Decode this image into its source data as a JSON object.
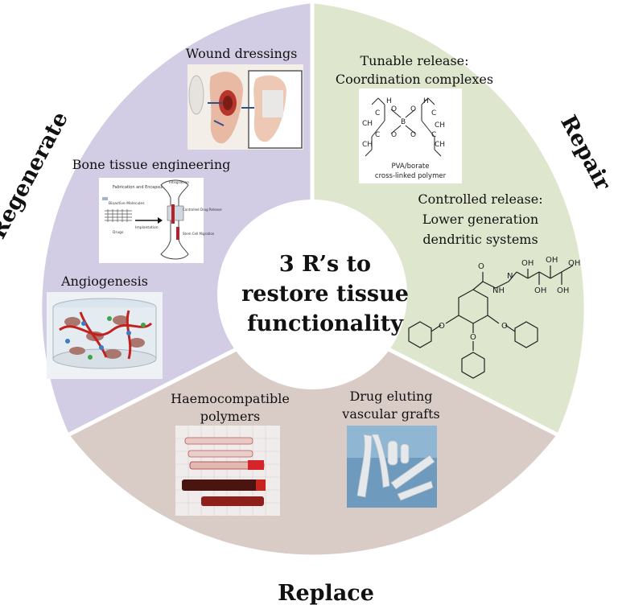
{
  "center_title": [
    "3 R’s to",
    "restore tissue",
    "functionality"
  ],
  "sectors": {
    "regenerate": {
      "name": "Regenerate",
      "color": "#d2cce4",
      "items": {
        "wound": "Wound dressings",
        "bone": "Bone tissue engineering",
        "angio": "Angiogenesis"
      },
      "bone_figure": {
        "fab": "Fabrication and Encapsulation",
        "bio": "Bioactive Molecules",
        "drugs": "Drugs",
        "impl": "Implantation",
        "integ": "Integration",
        "cdr": "Controlled Drug Release",
        "stem": "Stem Cell Migration"
      }
    },
    "repair": {
      "name": "Repair",
      "color": "#dee6cd",
      "items": {
        "tunable": [
          "Tunable release:",
          "Coordination complexes"
        ],
        "controlled": [
          "Controlled release:",
          "Lower generation",
          "dendritic systems"
        ]
      },
      "pva_caption": [
        "PVA/borate",
        "cross-linked polymer"
      ]
    },
    "replace": {
      "name": "Replace",
      "color": "#d9cbc6",
      "items": {
        "haemo": [
          "Haemocompatible",
          "polymers"
        ],
        "drug": [
          "Drug eluting",
          "vascular grafts"
        ]
      }
    }
  }
}
